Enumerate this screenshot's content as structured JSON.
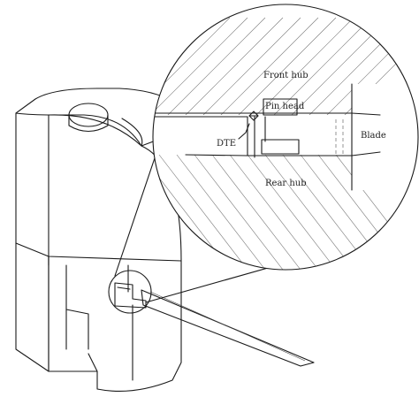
{
  "labels": {
    "front_hub": "Front hub",
    "pin_head": "Pin head",
    "dte": "DTE",
    "blade": "Blade",
    "rear_hub": "Rear hub"
  },
  "colors": {
    "line": "#1a1a1a",
    "hatch": "#777777",
    "background": "#ffffff"
  }
}
